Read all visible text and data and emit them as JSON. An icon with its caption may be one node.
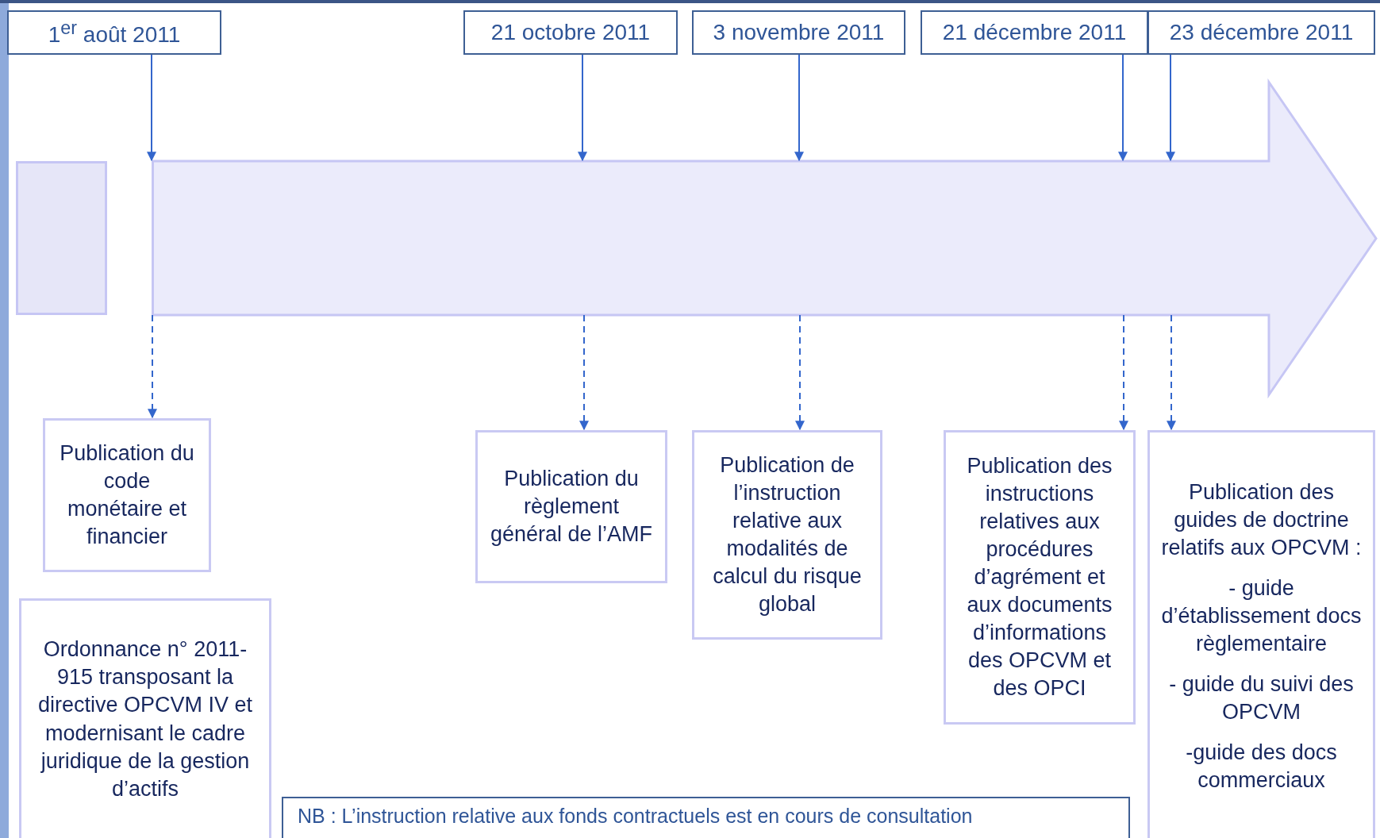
{
  "diagram": {
    "nodes": [
      {
        "text": [
          "1$^{er}$ août 2011"
        ]
      },
      {
        "text": [
          "21 octobre 2011"
        ]
      },
      {
        "text": [
          "3 novembre 2011"
        ]
      },
      {
        "text": [
          "21 décembre 2011"
        ]
      },
      {
        "text": [
          "23 décembre 2011"
        ]
      },
      {
        "text": [],
        "shape": "arrow"
      },
      {
        "text": [],
        "shape": "box"
      },
      {
        "text": [
          "Publication du code monétaire et financier"
        ]
      },
      {
        "text": [
          "Ordonnance n° 2011-915 transposant la directive OPCVM IV et modernisant le cadre juridique de la gestion d’actifs"
        ]
      },
      {
        "text": [
          "Publication du règlement général de l’AMF"
        ]
      },
      {
        "text": [
          "Publication de l’instruction relative aux modalités de calcul du risque global"
        ]
      },
      {
        "text": [
          "Publication des instructions relatives aux procédures d’agrément et aux documents d’informations des OPCVM et des OPCI"
        ]
      },
      {
        "text": [
          "Publication des guides de doctrine relatifs aux OPCVM :",
          "- guide d’établissement docs règlementaire",
          "- guide du suivi des OPCVM",
          "-guide des docs commerciaux"
        ]
      },
      {
        "text": [
          "NB : L’instruction relative aux fonds contractuels est en cours de consultation"
        ]
      }
    ],
    "edges": [
      {
        "from": 0,
        "to": 5,
        "arrow": "to"
      },
      {
        "from": 1,
        "to": 5,
        "arrow": "to"
      },
      {
        "from": 2,
        "to": 5,
        "arrow": "to"
      },
      {
        "from": 3,
        "to": 5,
        "arrow": "to"
      },
      {
        "from": 4,
        "to": 5,
        "arrow": "to"
      },
      {
        "from": 5,
        "to": 7,
        "arrow": "to",
        "style": "dashed"
      },
      {
        "from": 5,
        "to": 9,
        "arrow": "to",
        "style": "dashed"
      },
      {
        "from": 5,
        "to": 10,
        "arrow": "to",
        "style": "dashed"
      },
      {
        "from": 5,
        "to": 11,
        "arrow": "to",
        "style": "dashed"
      },
      {
        "from": 5,
        "to": 12,
        "arrow": "to",
        "style": "dashed"
      }
    ]
  }
}
